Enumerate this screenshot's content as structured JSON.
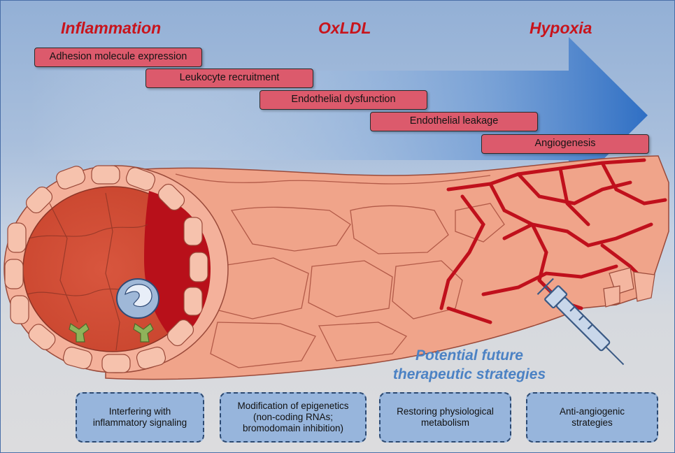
{
  "headers": [
    "Inflammation",
    "OxLDL",
    "Hypoxia"
  ],
  "steps": [
    "Adhesion molecule expression",
    "Leukocyte recruitment",
    "Endothelial dysfunction",
    "Endothelial leakage",
    "Angiogenesis"
  ],
  "therapy": {
    "title_line1": "Potential future",
    "title_line2": "therapeutic strategies",
    "boxes": [
      {
        "line1": "Interfering with",
        "line2": "inflammatory signaling",
        "line3": ""
      },
      {
        "line1": "Modification of epigenetics",
        "line2": "(non-coding RNAs;",
        "line3": "bromodomain inhibition)"
      },
      {
        "line1": "Restoring physiological",
        "line2": "metabolism",
        "line3": ""
      },
      {
        "line1": "Anti-angiogenic",
        "line2": "strategies",
        "line3": ""
      }
    ]
  },
  "colors": {
    "header_red": "#c8141c",
    "step_fill": "#dc5a6c",
    "vessel_outer": "#f0a48a",
    "vessel_lumen": "#d9553c",
    "damage_red": "#c0101c",
    "arrow_blue": "#3a78c8",
    "box_fill": "#97b5dc",
    "therapy_text": "#4c82c4"
  }
}
